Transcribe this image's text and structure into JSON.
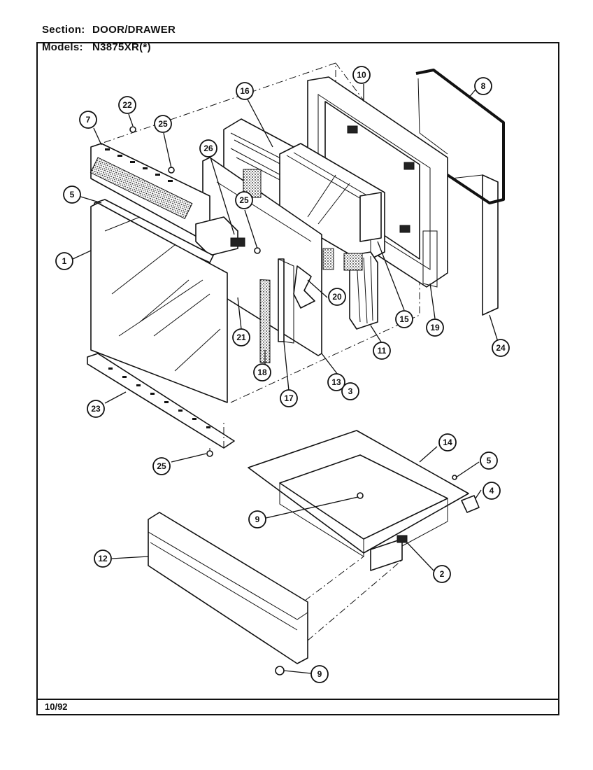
{
  "header": {
    "section_label": "Section:",
    "section_value": "DOOR/DRAWER",
    "models_label": "Models:",
    "models_value": "N3875XR(*)"
  },
  "footer": {
    "date": "10/92"
  },
  "callouts": [
    "1",
    "2",
    "3",
    "4",
    "5",
    "5",
    "7",
    "8",
    "9",
    "9",
    "10",
    "11",
    "12",
    "13",
    "14",
    "15",
    "16",
    "17",
    "18",
    "19",
    "20",
    "21",
    "22",
    "23",
    "24",
    "25",
    "25",
    "25",
    "26"
  ]
}
